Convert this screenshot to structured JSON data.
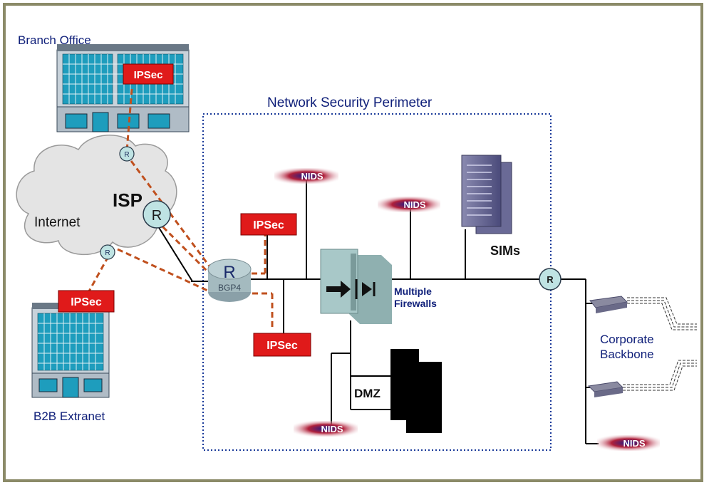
{
  "labels": {
    "branch_office": "Branch Office",
    "network_security_perimeter": "Network Security Perimeter",
    "isp": "ISP",
    "internet": "Internet",
    "b2b_extranet": "B2B Extranet",
    "sims": "SIMs",
    "multiple_firewalls_line1": "Multiple",
    "multiple_firewalls_line2": "Firewalls",
    "dmz": "DMZ",
    "corporate_backbone_line1": "Corporate",
    "corporate_backbone_line2": "Backbone",
    "bgp4": "BGP4"
  },
  "tags": {
    "ipsec": "IPSec",
    "nids": "NIDS",
    "router": "R"
  },
  "colors": {
    "frame": "#8b8a68",
    "title_blue": "#10207a",
    "ipsec_red": "#e01a1a",
    "vpn_dash": "#c0501e",
    "perimeter_dots": "#1a3a9a",
    "router_fill": "#bfe3e3",
    "firewall": "#a8c8c8"
  }
}
